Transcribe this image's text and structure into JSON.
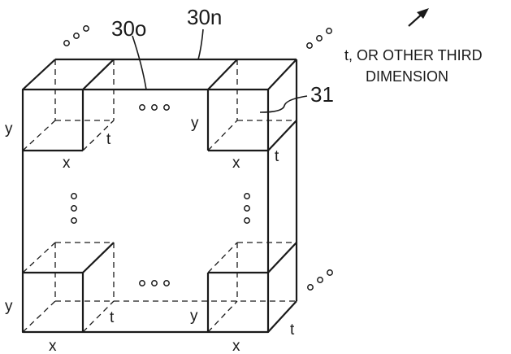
{
  "figure": {
    "labels": {
      "label_30n": "30n",
      "label_30o": "30o",
      "label_31": "31",
      "direction_line1": "t, OR OTHER THIRD",
      "direction_line2": "DIMENSION"
    },
    "dimension_letters": {
      "x": "x",
      "y": "y",
      "t": "t"
    },
    "ellipsis_marks": "° ° °",
    "colors": {
      "ink": "#1a1a1a",
      "background": "#ffffff"
    }
  }
}
